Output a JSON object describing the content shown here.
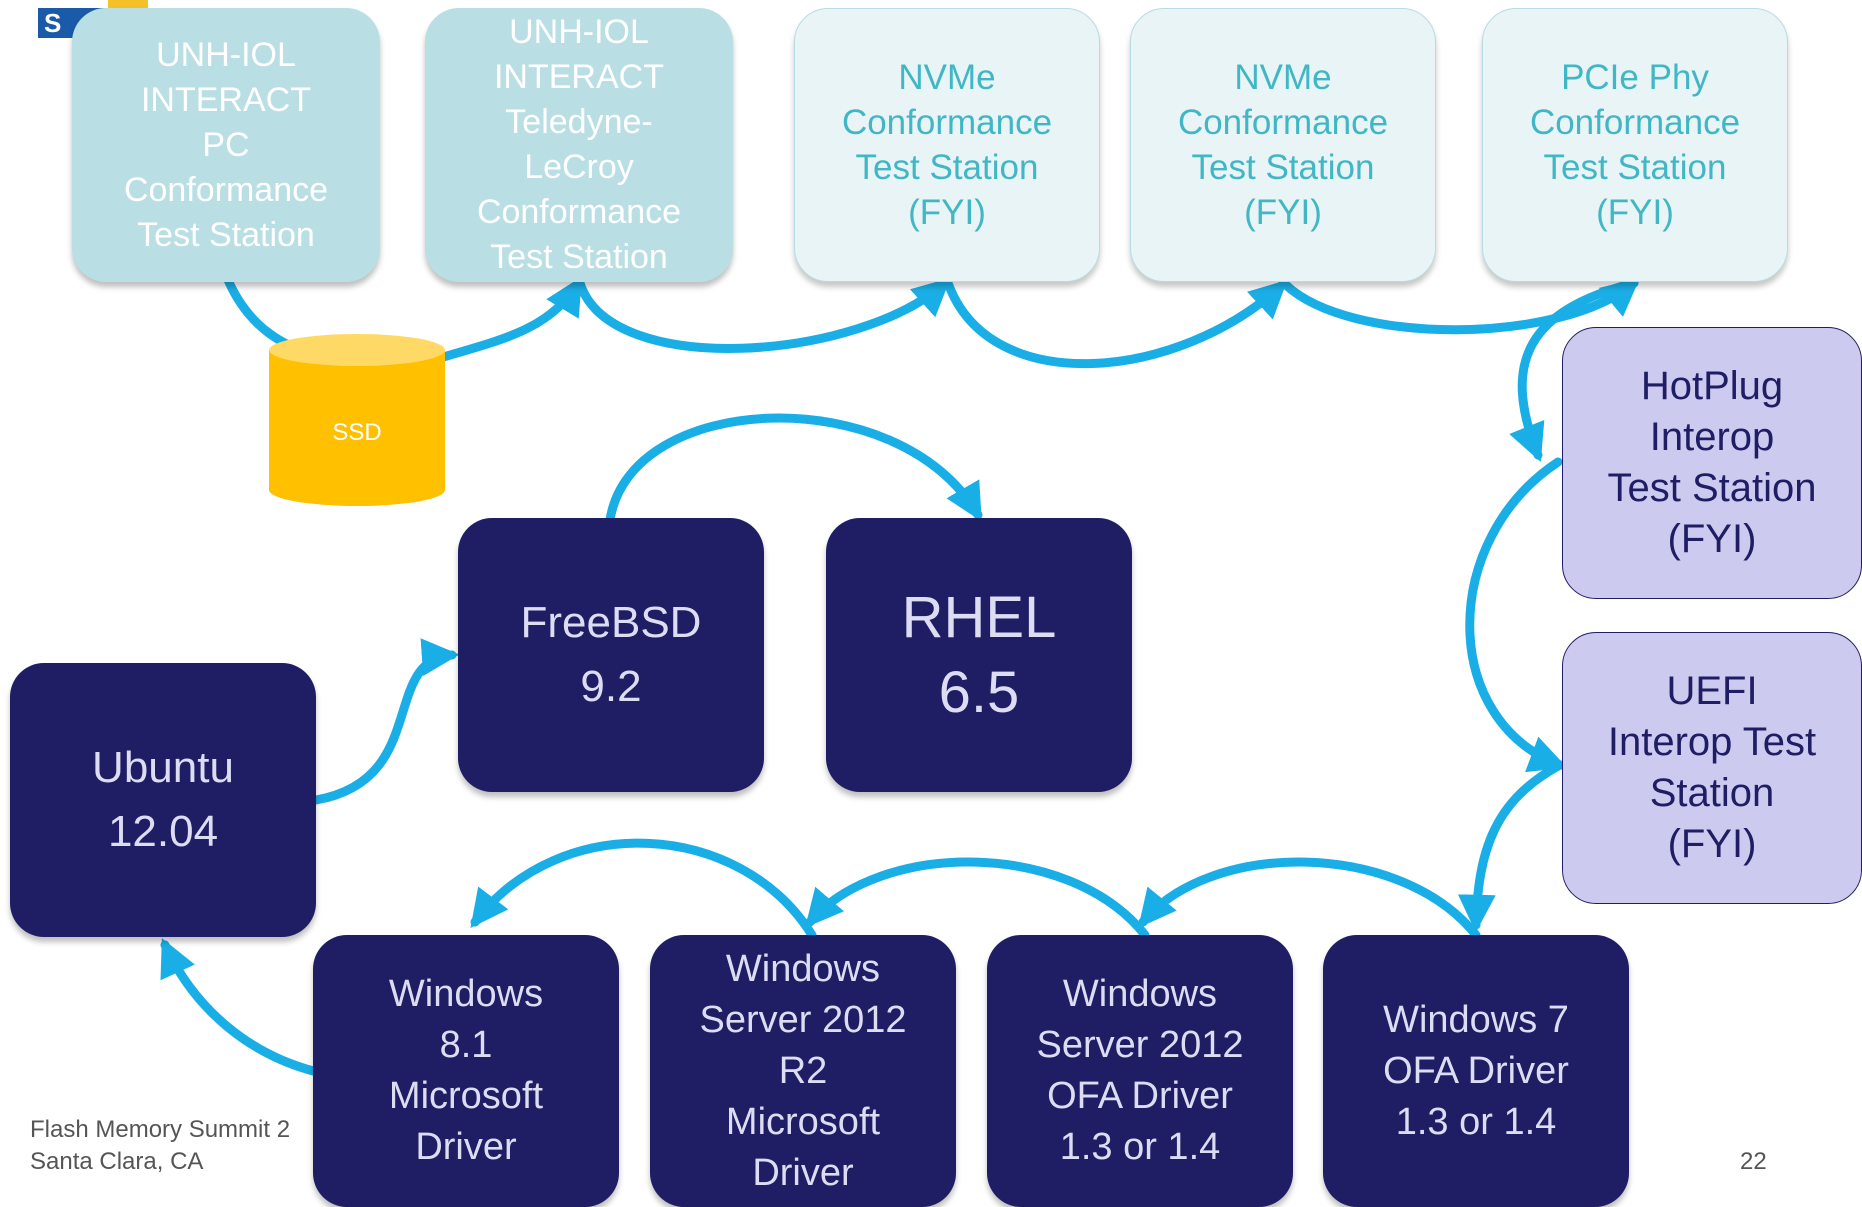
{
  "logo": {
    "text": "S"
  },
  "nodes": {
    "unh_pc": "UNH-IOL\nINTERACT\nPC\nConformance\nTest Station",
    "unh_teledyne": "UNH-IOL\nINTERACT\nTeledyne-\nLeCroy\nConformance\nTest Station",
    "nvme_1": "NVMe\nConformance\nTest Station\n(FYI)",
    "nvme_2": "NVMe\nConformance\nTest Station\n(FYI)",
    "pcie_phy": "PCIe Phy\nConformance\nTest Station\n(FYI)",
    "hotplug": "HotPlug\nInterop\nTest Station\n(FYI)",
    "uefi": "UEFI\nInterop Test\nStation\n(FYI)",
    "ssd": "SSD",
    "freebsd": "FreeBSD\n9.2",
    "rhel": "RHEL\n6.5",
    "ubuntu": "Ubuntu\n12.04",
    "win81": "Windows\n8.1\nMicrosoft\nDriver",
    "ws2012r2": "Windows\nServer 2012\nR2\nMicrosoft\nDriver",
    "ws2012_ofa": "Windows\nServer 2012\nOFA Driver\n1.3 or 1.4",
    "win7_ofa": "Windows 7\nOFA Driver\n1.3 or 1.4"
  },
  "footer": {
    "event": "Flash Memory Summit 2",
    "location": "Santa Clara, CA",
    "page_number": "22"
  },
  "colors": {
    "arrow": "#1aaee6",
    "navy": "#1f1d63",
    "teal": "#b9dfe4",
    "pale_teal": "#e8f4f6",
    "lavender": "#cccbef",
    "ssd_body": "#ffc000",
    "ssd_top": "#ffd966"
  }
}
